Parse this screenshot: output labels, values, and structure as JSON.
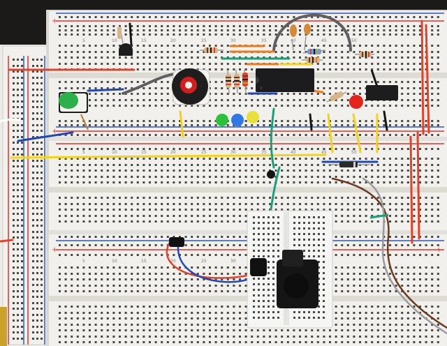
{
  "image": {
    "subject": "Solderless breadboard prototyping circuit",
    "colors": {
      "background": "#1c1a18",
      "board": "#f1f0ec",
      "board_shadow": "#d9d7d1",
      "hole": "#4a4844",
      "rail_red": "#d8342c",
      "rail_blue": "#2f55b8",
      "wire_red": "#e0422a",
      "wire_yellow": "#f2d21a",
      "wire_orange": "#ee7a1c",
      "wire_blue": "#2148b0",
      "wire_green": "#17a07a",
      "wire_grey": "#5f5f63",
      "wire_brown": "#6b3a1f",
      "led_green": "#2bc13a",
      "led_blue": "#2f78e6",
      "led_yellow": "#e8e03a",
      "led_red": "#e4231d",
      "chip": "#1c1c1e",
      "pot_red": "#d41e1e",
      "jack_black": "#151515",
      "mini_board": "#f5f5f3"
    },
    "column_numbers": [
      "5",
      "10",
      "15",
      "20",
      "25",
      "30",
      "35",
      "40",
      "45",
      "50"
    ],
    "rail_plus": "+",
    "rail_minus": "-"
  }
}
